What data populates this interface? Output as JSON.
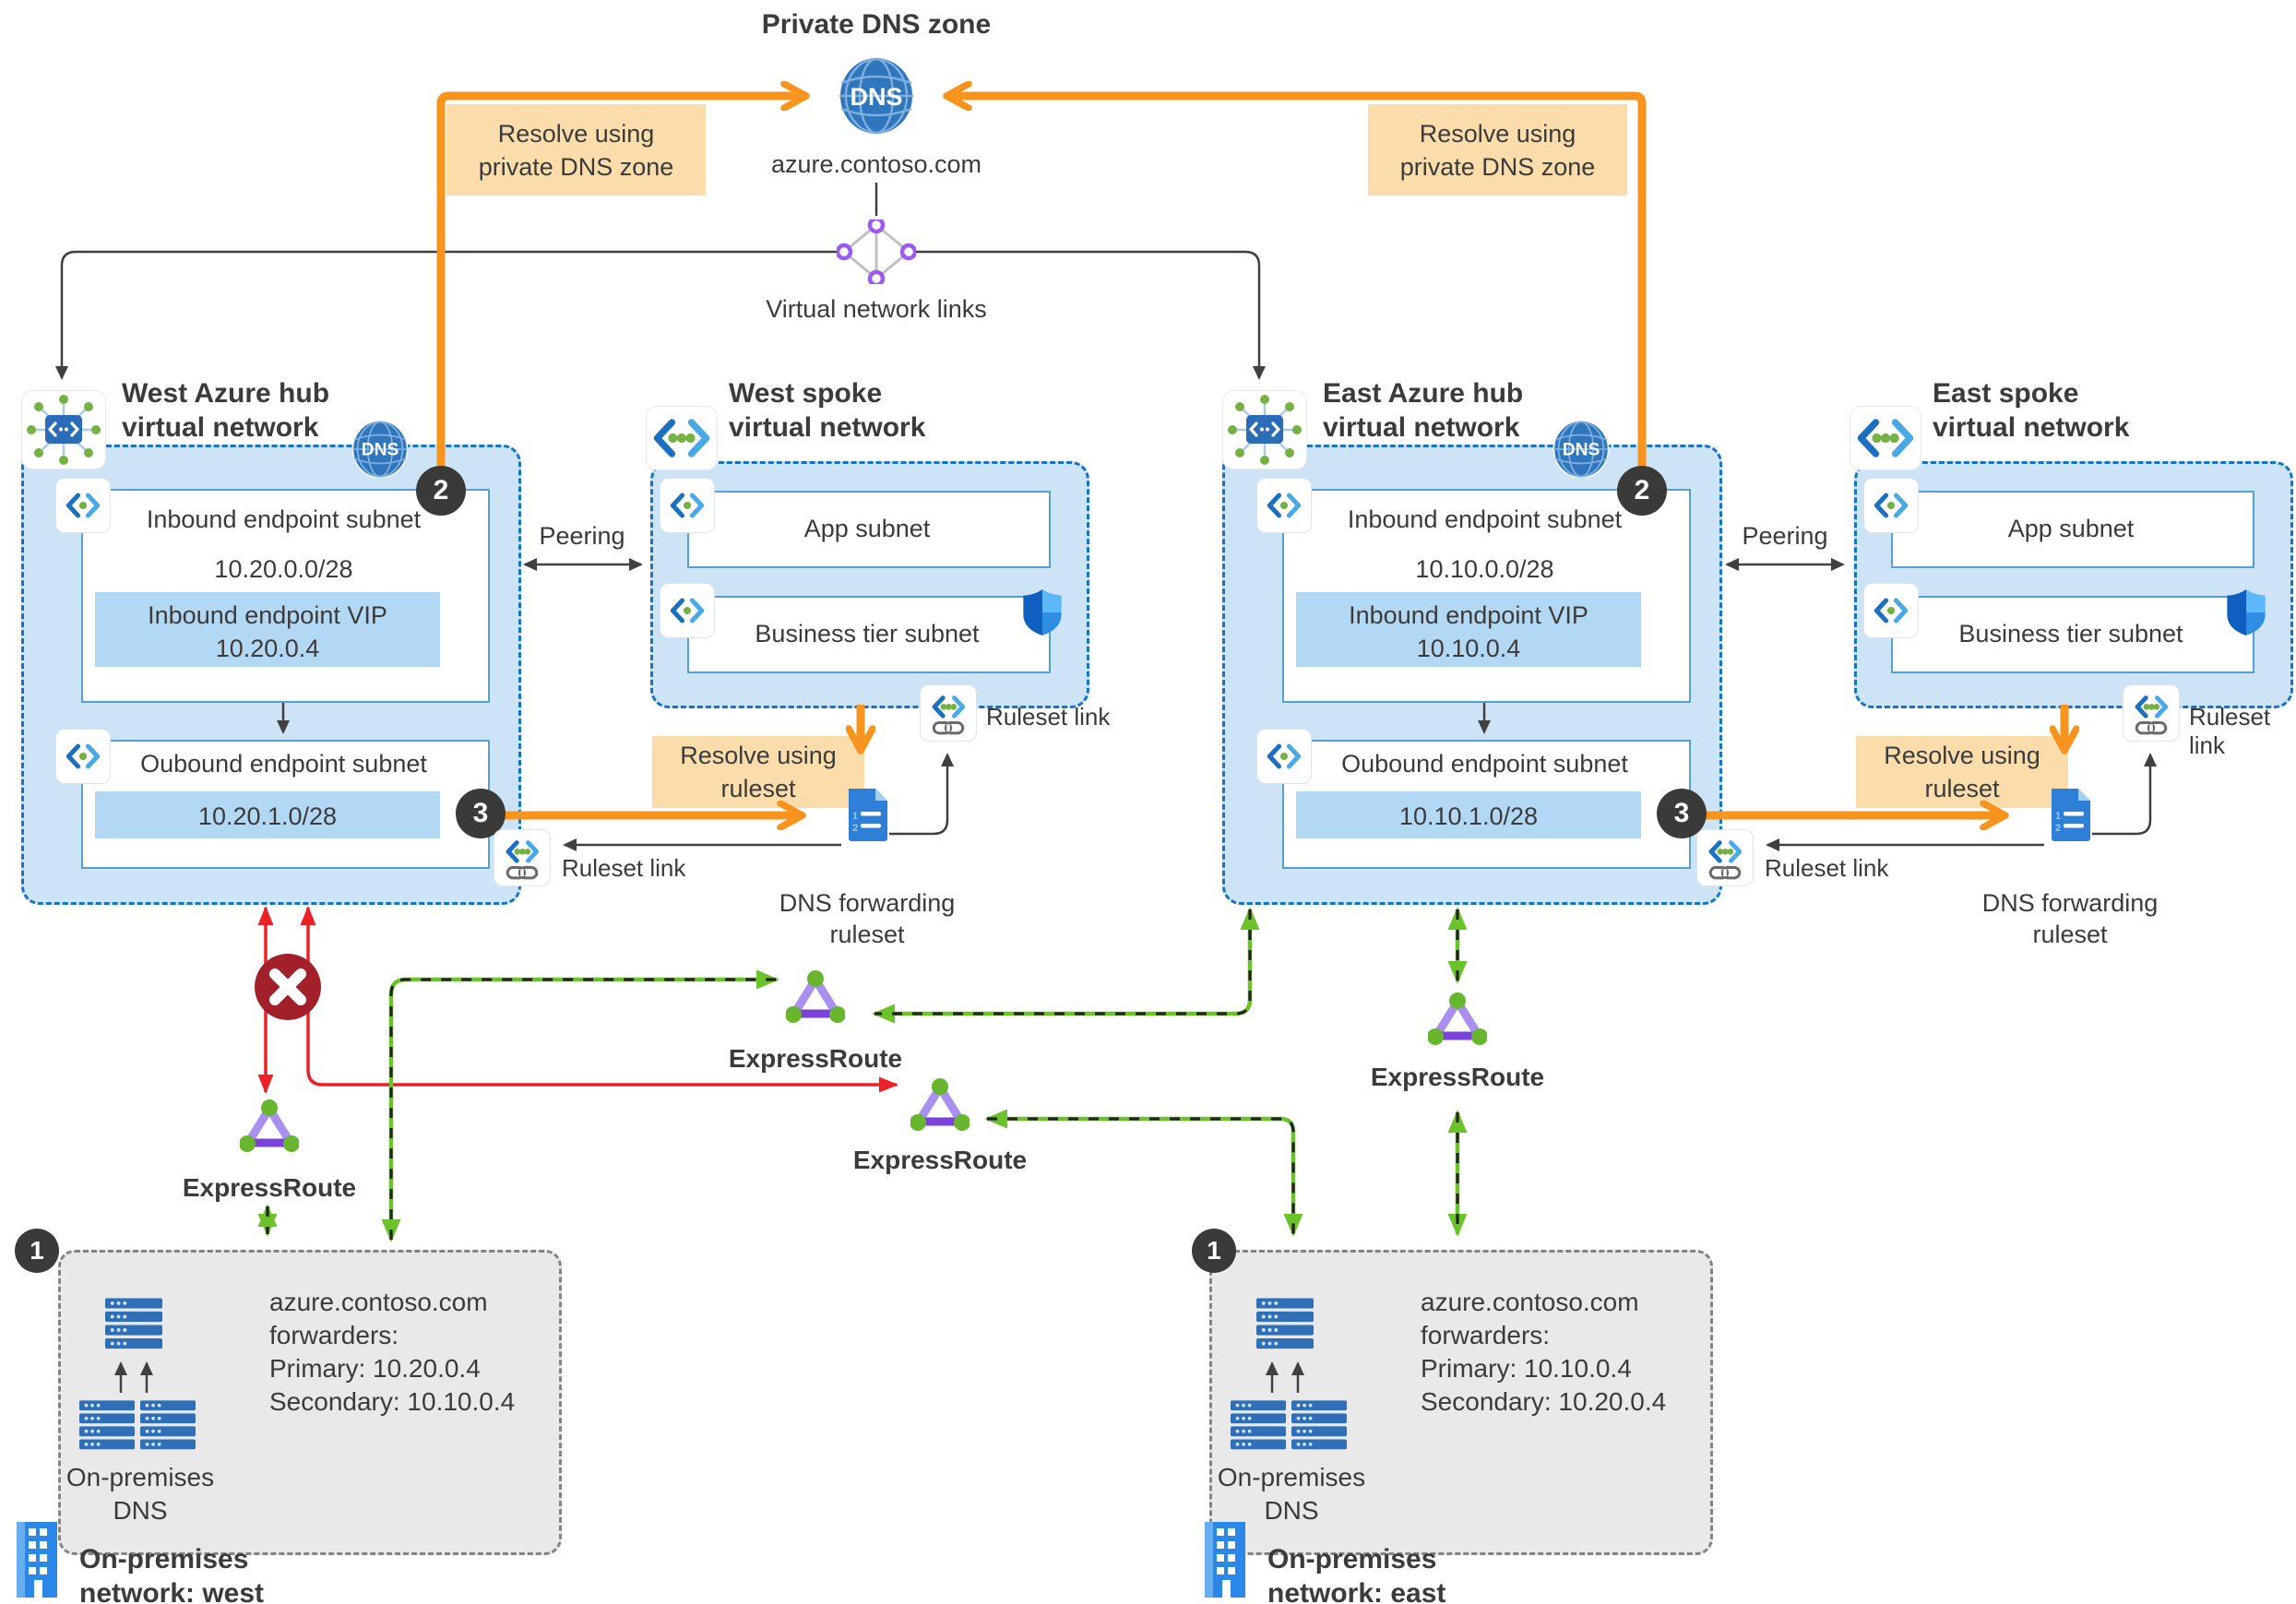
{
  "top": {
    "title": "Private DNS zone",
    "globe_label": "DNS",
    "domain": "azure.contoso.com",
    "links_label": "Virtual network links"
  },
  "callouts": {
    "private_line1": "Resolve using",
    "private_line2": "private DNS zone",
    "ruleset_line1": "Resolve using",
    "ruleset_line2": "ruleset"
  },
  "labels": {
    "peering": "Peering",
    "expressroute": "ExpressRoute",
    "ruleset_link": "Ruleset link",
    "forwarding_line1": "DNS forwarding",
    "forwarding_line2": "ruleset"
  },
  "steps": {
    "one": "1",
    "two": "2",
    "three": "3"
  },
  "west_hub": {
    "title_line1": "West Azure hub",
    "title_line2": "virtual network",
    "dns_badge": "DNS",
    "inbound_label": "Inbound endpoint subnet",
    "inbound_cidr": "10.20.0.0/28",
    "vip_label": "Inbound endpoint VIP",
    "vip_ip": "10.20.0.4",
    "outbound_label": "Oubound endpoint subnet",
    "outbound_cidr": "10.20.1.0/28"
  },
  "east_hub": {
    "title_line1": "East Azure hub",
    "title_line2": "virtual network",
    "dns_badge": "DNS",
    "inbound_label": "Inbound endpoint subnet",
    "inbound_cidr": "10.10.0.0/28",
    "vip_label": "Inbound endpoint VIP",
    "vip_ip": "10.10.0.4",
    "outbound_label": "Oubound endpoint subnet",
    "outbound_cidr": "10.10.1.0/28"
  },
  "west_spoke": {
    "title_line1": "West spoke",
    "title_line2": "virtual network",
    "app_label": "App subnet",
    "business_label": "Business tier subnet"
  },
  "east_spoke": {
    "title_line1": "East spoke",
    "title_line2": "virtual network",
    "app_label": "App subnet",
    "business_label": "Business tier subnet"
  },
  "onprem_west": {
    "domain": "azure.contoso.com",
    "forwarders": "forwarders:",
    "primary": "Primary: 10.20.0.4",
    "secondary": "Secondary: 10.10.0.4",
    "dns_line1": "On-premises",
    "dns_line2": "DNS",
    "net_line1": "On-premises",
    "net_line2": "network: west"
  },
  "onprem_east": {
    "domain": "azure.contoso.com",
    "forwarders": "forwarders:",
    "primary": "Primary: 10.10.0.4",
    "secondary": "Secondary: 10.20.0.4",
    "dns_line1": "On-premises",
    "dns_line2": "DNS",
    "net_line1": "On-premises",
    "net_line2": "network: east"
  },
  "colors": {
    "accent_orange": "#f7941d",
    "callout_fill": "#fbdcab",
    "vnet_fill": "#cde4f6",
    "vnet_border": "#1673c5",
    "subnet_fill": "#b3d8f4",
    "onprem_fill": "#e9e9e9",
    "green": "#6cc329",
    "red": "#ec2027",
    "error_red": "#a1202a",
    "badge_gray": "#3a3a38",
    "doc_blue": "#2e7fd8",
    "globe_blue": "#3076bd"
  }
}
